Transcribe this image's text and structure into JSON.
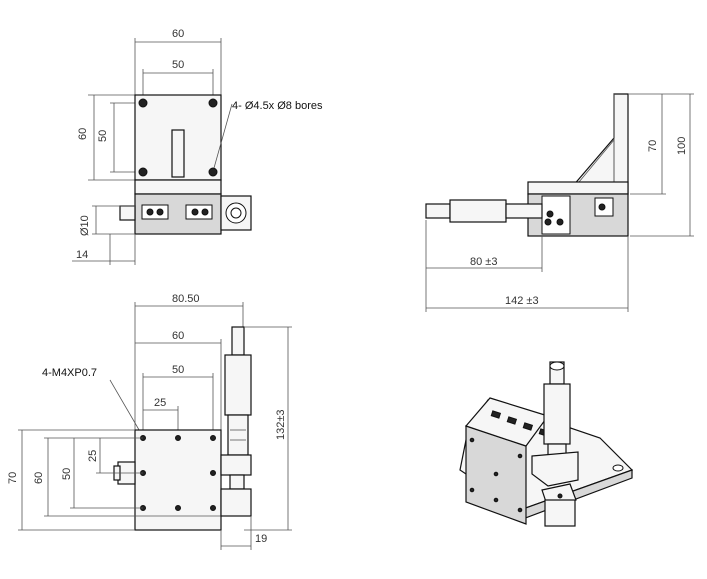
{
  "title": "",
  "notes": {
    "bores": "4- Ø4.5x Ø8 bores",
    "tapped": "4-M4XP0.7"
  },
  "dims_top_left": {
    "w60": "60",
    "w50": "50",
    "h60": "60",
    "h50": "50",
    "dia10": "Ø10",
    "off14": "14"
  },
  "dims_top_right": {
    "h70": "70",
    "h100": "100",
    "l80": "80 ±3",
    "l142": "142 ±3"
  },
  "dims_bottom_left": {
    "w8050": "80.50",
    "w60": "60",
    "w50": "50",
    "w25": "25",
    "h70": "70",
    "h60": "60",
    "h50": "50",
    "h25": "25",
    "h132": "132±3",
    "w19": "19"
  }
}
